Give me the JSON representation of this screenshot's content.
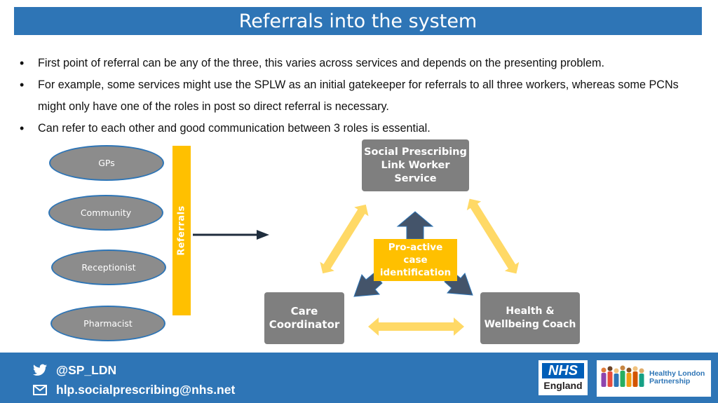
{
  "title": "Referrals into the system",
  "bullets": [
    "First point of referral can be any of the three, this varies across services and depends on the presenting problem.",
    "For example, some services might use the SPLW as an initial gatekeeper for referrals to all three workers, whereas some PCNs might only have one of the roles in post so direct referral is necessary.",
    "Can refer to each other and good communication between 3 roles is essential."
  ],
  "sources": [
    "GPs",
    "Community",
    "Receptionist",
    "Pharmacist"
  ],
  "referrals_label": "Referrals",
  "roles": {
    "splw": [
      "Social Prescribing",
      "Link Worker",
      "Service"
    ],
    "care": [
      "Care",
      "Coordinator"
    ],
    "hwc": [
      "Health &",
      "Wellbeing Coach"
    ]
  },
  "proactive": [
    "Pro-active",
    "case",
    "identification"
  ],
  "footer": {
    "twitter": "@SP_LDN",
    "email": "hlp.socialprescribing@nhs.net",
    "nhs_logo": "NHS",
    "nhs_sub": "England",
    "hlp_logo": [
      "Healthy London",
      "Partnership"
    ]
  },
  "colors": {
    "primary_blue": "#2e75b6",
    "accent_yellow": "#ffc000",
    "role_box_grey": "#7f7f7f",
    "oval_grey": "#8c8c8c",
    "arrow_navy": "#44546a",
    "arrow_light_yellow": "#ffd966"
  },
  "icons": [
    "twitter-icon",
    "envelope-icon"
  ]
}
